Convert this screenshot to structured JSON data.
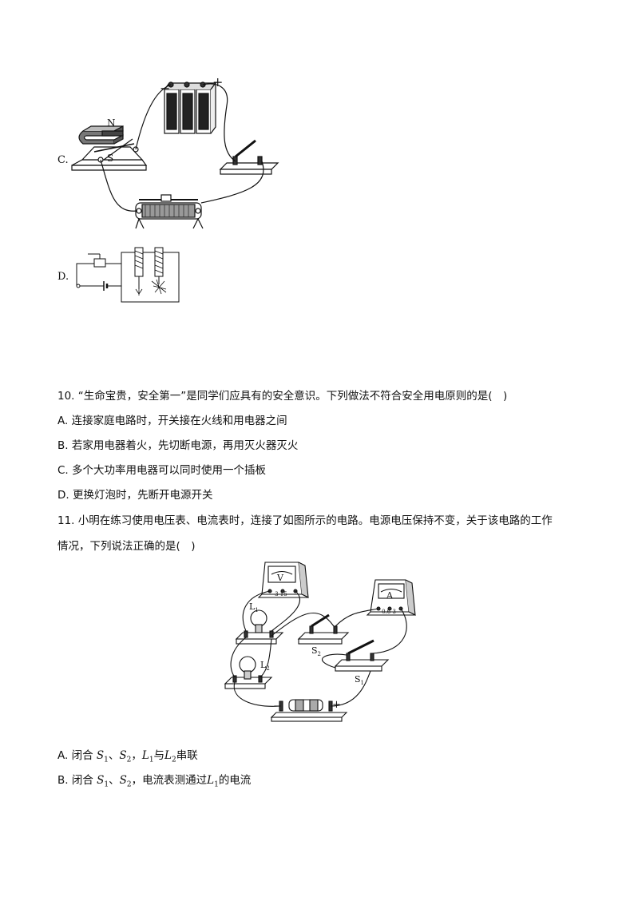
{
  "figure_c": {
    "option_label": "C.",
    "magnet_n": "N",
    "magnet_s": "S",
    "battery_minus": "−",
    "battery_plus": "+"
  },
  "figure_d": {
    "option_label": "D."
  },
  "q10": {
    "stem": "10. “生命宝贵，安全第一”是同学们应具有的安全意识。下列做法不符合安全用电原则的是(　)",
    "options": [
      "A. 连接家庭电路时，开关接在火线和用电器之间",
      "B. 若家用电器着火，先切断电源，再用灭火器灭火",
      "C. 多个大功率用电器可以同时使用一个插板",
      "D. 更换灯泡时，先断开电源开关"
    ]
  },
  "q11": {
    "stem_line1": "11. 小明在练习使用电压表、电流表时，连接了如图所示的电路。电源电压保持不变，关于该电路的工作",
    "stem_line2": "情况，下列说法正确的是(　)",
    "figure": {
      "voltmeter": "V",
      "voltmeter_scale": "− 3 15",
      "ammeter": "A",
      "ammeter_scale": "− 0.6 3",
      "l1": "L",
      "l1_sub": "1",
      "l2": "L",
      "l2_sub": "2",
      "s1": "S",
      "s1_sub": "1",
      "s2": "S",
      "s2_sub": "2",
      "battery_minus": "−",
      "battery_plus": "+"
    },
    "option_a": {
      "prefix": "A. 闭合 ",
      "s1": "S",
      "s1_sub": "1",
      "sep": "、",
      "s2": "S",
      "s2_sub": "2",
      "comma": "，",
      "l1": "L",
      "l1_sub": "1",
      "mid": "与",
      "l2": "L",
      "l2_sub": "2",
      "suffix": "串联"
    },
    "option_b": {
      "prefix": "B. 闭合 ",
      "s1": "S",
      "s1_sub": "1",
      "sep": "、",
      "s2": "S",
      "s2_sub": "2",
      "mid": "，电流表测通过",
      "l1": "L",
      "l1_sub": "1",
      "suffix": "的电流"
    }
  }
}
